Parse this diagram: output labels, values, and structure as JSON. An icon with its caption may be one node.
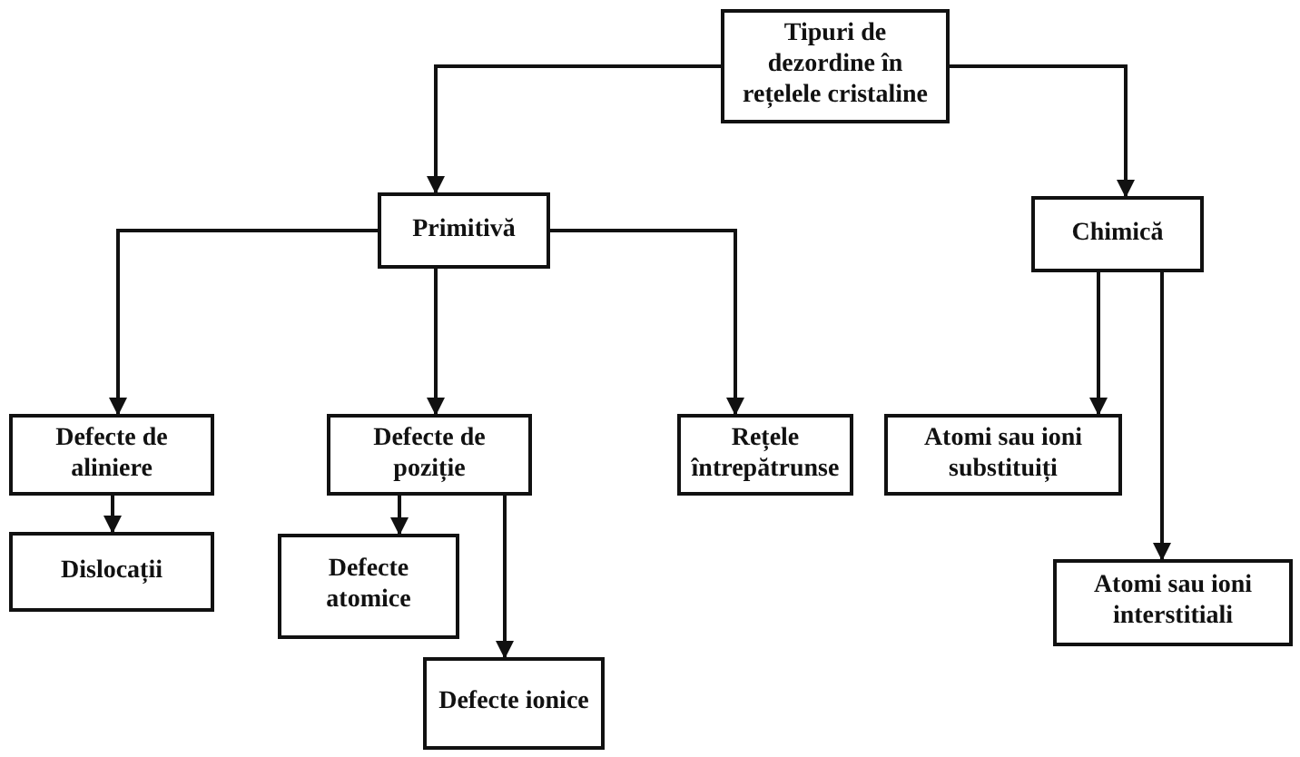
{
  "diagram": {
    "nodes": [
      {
        "text": [
          "Tipuri de dezordine în rețelele cristaline"
        ]
      },
      {
        "text": [
          "Primitivă"
        ]
      },
      {
        "text": [
          "Chimică"
        ]
      },
      {
        "text": [
          "Defecte de aliniere"
        ]
      },
      {
        "text": [
          "Defecte de poziție"
        ]
      },
      {
        "text": [
          "Rețele întrepătrunse"
        ]
      },
      {
        "text": [
          "Atomi sau ioni substituiți"
        ]
      },
      {
        "text": [
          "Dislocații"
        ]
      },
      {
        "text": [
          "Defecte atomice"
        ]
      },
      {
        "text": [
          "Atomi sau ioni interstitiali"
        ]
      },
      {
        "text": [
          "Defecte ionice"
        ]
      }
    ],
    "edges": [
      {
        "from": 0,
        "to": 1,
        "arrow": "to"
      },
      {
        "from": 0,
        "to": 2,
        "arrow": "to"
      },
      {
        "from": 1,
        "to": 3,
        "arrow": "to"
      },
      {
        "from": 1,
        "to": 4,
        "arrow": "to"
      },
      {
        "from": 1,
        "to": 5,
        "arrow": "to"
      },
      {
        "from": 2,
        "to": 6,
        "arrow": "to"
      },
      {
        "from": 2,
        "to": 9,
        "arrow": "to"
      },
      {
        "from": 3,
        "to": 7,
        "arrow": "to"
      },
      {
        "from": 4,
        "to": 8,
        "arrow": "to"
      },
      {
        "from": 4,
        "to": 10,
        "arrow": "to"
      }
    ]
  }
}
